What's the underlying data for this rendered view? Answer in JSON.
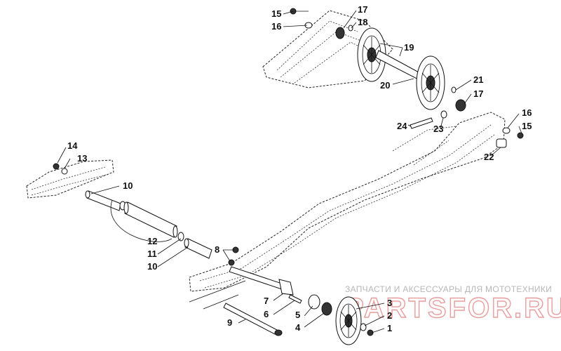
{
  "watermark": {
    "tagline": "ЗАПЧАСТИ И АКСЕССУАРЫ ДЛЯ МОТОТЕХНИКИ",
    "logo": "PARTSFOR.RU"
  },
  "callouts": [
    {
      "id": "c15a",
      "label": "15"
    },
    {
      "id": "c16a",
      "label": "16"
    },
    {
      "id": "c17a",
      "label": "17"
    },
    {
      "id": "c18",
      "label": "18"
    },
    {
      "id": "c19",
      "label": "19"
    },
    {
      "id": "c20",
      "label": "20"
    },
    {
      "id": "c21",
      "label": "21"
    },
    {
      "id": "c17b",
      "label": "17"
    },
    {
      "id": "c16b",
      "label": "16"
    },
    {
      "id": "c15b",
      "label": "15"
    },
    {
      "id": "c24",
      "label": "24"
    },
    {
      "id": "c23",
      "label": "23"
    },
    {
      "id": "c22",
      "label": "22"
    },
    {
      "id": "c14",
      "label": "14"
    },
    {
      "id": "c13",
      "label": "13"
    },
    {
      "id": "c10a",
      "label": "10"
    },
    {
      "id": "c12",
      "label": "12"
    },
    {
      "id": "c11",
      "label": "11"
    },
    {
      "id": "c10b",
      "label": "10"
    },
    {
      "id": "c8",
      "label": "8"
    },
    {
      "id": "c7",
      "label": "7"
    },
    {
      "id": "c6",
      "label": "6"
    },
    {
      "id": "c5",
      "label": "5"
    },
    {
      "id": "c4",
      "label": "4"
    },
    {
      "id": "c3",
      "label": "3"
    },
    {
      "id": "c2",
      "label": "2"
    },
    {
      "id": "c1",
      "label": "1"
    },
    {
      "id": "c9",
      "label": "9"
    }
  ]
}
